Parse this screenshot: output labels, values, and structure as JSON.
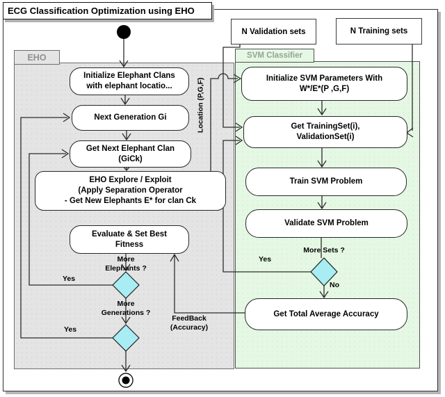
{
  "title": "ECG Classification Optimization using EHO",
  "sources": {
    "validation": "N Validation sets",
    "training": "N Training sets"
  },
  "regions": {
    "eho_label": "EHO",
    "svm_label": "SVM Classifier"
  },
  "eho": {
    "init_clans_1": "Initialize Elephant Clans",
    "init_clans_2": "with elephant locatio...",
    "next_gen": "Next Generation Gi",
    "next_clan_1": "Get Next Elephant Clan",
    "next_clan_2": "(GiCk)",
    "explore_1": "EHO Explore / Exploit",
    "explore_2": "(Apply Separation Operator",
    "explore_3": "- Get New Elephants E* for clan Ck",
    "evaluate_1": "Evaluate & Set Best",
    "evaluate_2": "Fitness"
  },
  "svm": {
    "init_params_1": "Initialize SVM Parameters With",
    "init_params_2": "W*/E*(P ,G,F)",
    "get_sets_1": "Get TrainingSet(i),",
    "get_sets_2": "ValidationSet(i)",
    "train": "Train SVM Problem",
    "validate": "Validate SVM Problem",
    "accuracy": "Get Total Average Accuracy"
  },
  "labels": {
    "location": "Location (P,G,F)",
    "more_elephants_1": "More",
    "more_elephants_2": "Elephants ?",
    "yes_elephants": "Yes",
    "more_generations_1": "More",
    "more_generations_2": "Generations ?",
    "yes_generations": "Yes",
    "more_sets": "More Sets ?",
    "yes_sets": "Yes",
    "no_sets": "No",
    "feedback_1": "FeedBack",
    "feedback_2": "(Accuracy)"
  },
  "colors": {
    "decision_fill": "#a7edf3",
    "eho_region_bg": "#e4e4e4",
    "svm_region_bg": "#e5f8e4",
    "line": "#2b2b2b"
  }
}
